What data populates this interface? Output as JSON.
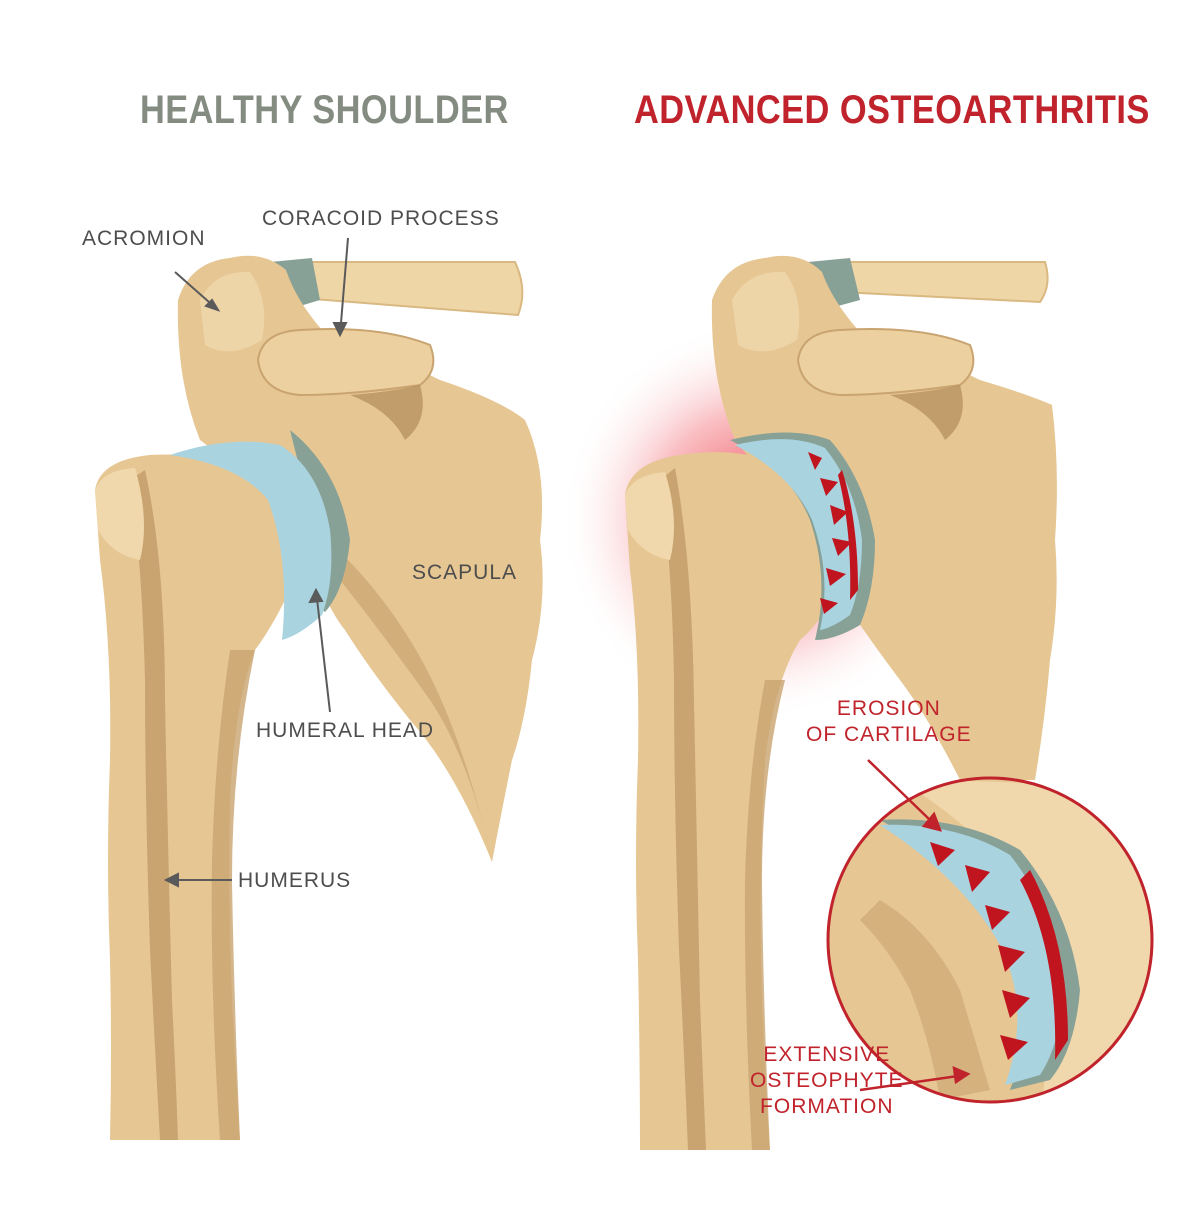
{
  "colors": {
    "bone": "#e6c693",
    "bone_light": "#f0d8ac",
    "bone_shadow": "#c9a470",
    "bone_dark": "#a88250",
    "cartilage": "#a9d3df",
    "cartilage_edge": "#88a197",
    "inflammation": "#e8212e",
    "lesion": "#c0141f",
    "title_healthy": "#848c82",
    "title_advanced": "#c0232b",
    "label_text": "#4d4d4d",
    "label_red": "#c0232b",
    "pointer": "#5a5a5a"
  },
  "titles": {
    "healthy": "HEALTHY SHOULDER",
    "advanced": "ADVANCED OSTEOARTHRITIS"
  },
  "labels": {
    "acromion": "ACROMION",
    "coracoid": "CORACOID PROCESS",
    "scapula": "SCAPULA",
    "humeral_head": "HUMERAL HEAD",
    "humerus": "HUMERUS",
    "erosion_line1": "EROSION",
    "erosion_line2": "OF CARTILAGE",
    "osteophyte_line1": "EXTENSIVE",
    "osteophyte_line2": "OSTEOPHYTE",
    "osteophyte_line3": "FORMATION"
  }
}
